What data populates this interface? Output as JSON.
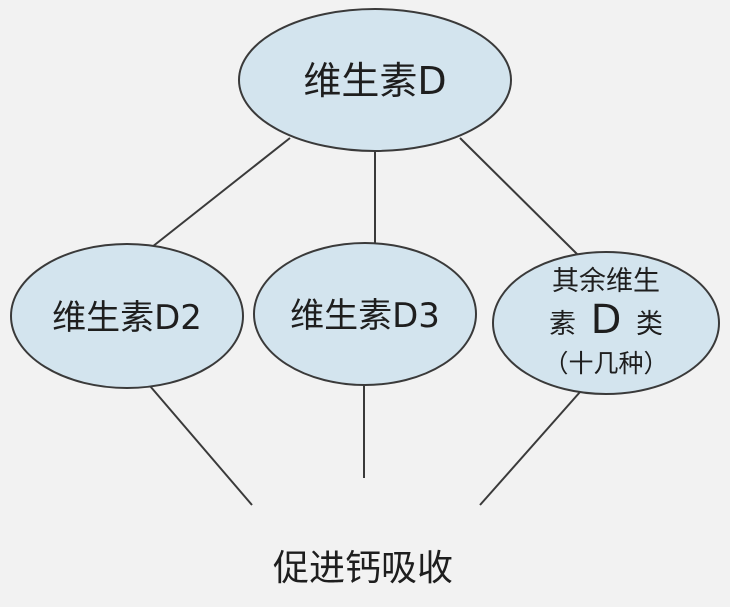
{
  "diagram": {
    "nodes": {
      "root": {
        "text": "维生素D"
      },
      "d2": {
        "text": "维生素D2"
      },
      "d3": {
        "text": "维生素D3"
      },
      "other": {
        "line1": "其余维生",
        "line2_prefix": "素",
        "line2_big": "D",
        "line2_suffix": "类",
        "line3": "（十几种）"
      }
    },
    "result": {
      "text": "促进钙吸收"
    }
  }
}
